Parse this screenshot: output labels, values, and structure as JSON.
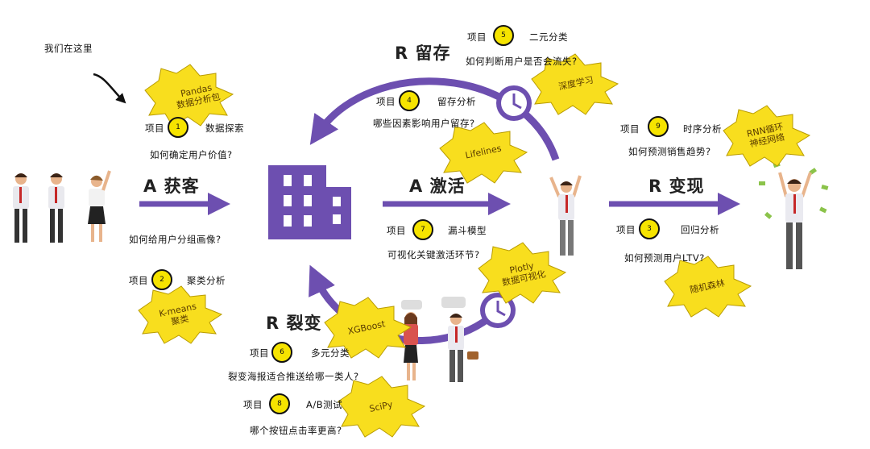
{
  "note": "我们在这里",
  "stages": {
    "acquire": "A 获客",
    "activate": "A 激活",
    "retain": "R 留存",
    "monetize": "R 变现",
    "refer": "R 裂变"
  },
  "projects": [
    {
      "label": "项目",
      "num": "1",
      "title": "数据探索",
      "question": "如何确定用户价值?"
    },
    {
      "label": "项目",
      "num": "2",
      "title": "聚类分析",
      "question": "如何给用户分组画像?"
    },
    {
      "label": "项目",
      "num": "3",
      "title": "回归分析",
      "question": "如何预测用户LTV?"
    },
    {
      "label": "项目",
      "num": "4",
      "title": "留存分析",
      "question": "哪些因素影响用户留存?"
    },
    {
      "label": "项目",
      "num": "5",
      "title": "二元分类",
      "question": "如何判断用户是否会流失?"
    },
    {
      "label": "项目",
      "num": "6",
      "title": "多元分类",
      "question": "裂变海报适合推送给哪一类人?"
    },
    {
      "label": "项目",
      "num": "7",
      "title": "漏斗模型",
      "question": "可视化关键激活环节?"
    },
    {
      "label": "项目",
      "num": "8",
      "title": "A/B测试",
      "question": "哪个按钮点击率更高?"
    },
    {
      "label": "项目",
      "num": "9",
      "title": "时序分析",
      "question": "如何预测销售趋势?"
    }
  ],
  "tools": {
    "pandas": [
      "Pandas",
      "数据分析包"
    ],
    "kmeans": [
      "K-means",
      "聚类"
    ],
    "lifelines": [
      "Lifelines"
    ],
    "deep": [
      "深度学习"
    ],
    "plotly": [
      "Plotly",
      "数据可视化"
    ],
    "xgboost": [
      "XGBoost"
    ],
    "scipy": [
      "SciPy"
    ],
    "rnn": [
      "RNN循环",
      "神经网络"
    ],
    "forest": [
      "随机森林"
    ]
  },
  "colors": {
    "accent": "#6d4fb0",
    "burst": "#f8de1e",
    "tie": "#c62828"
  }
}
